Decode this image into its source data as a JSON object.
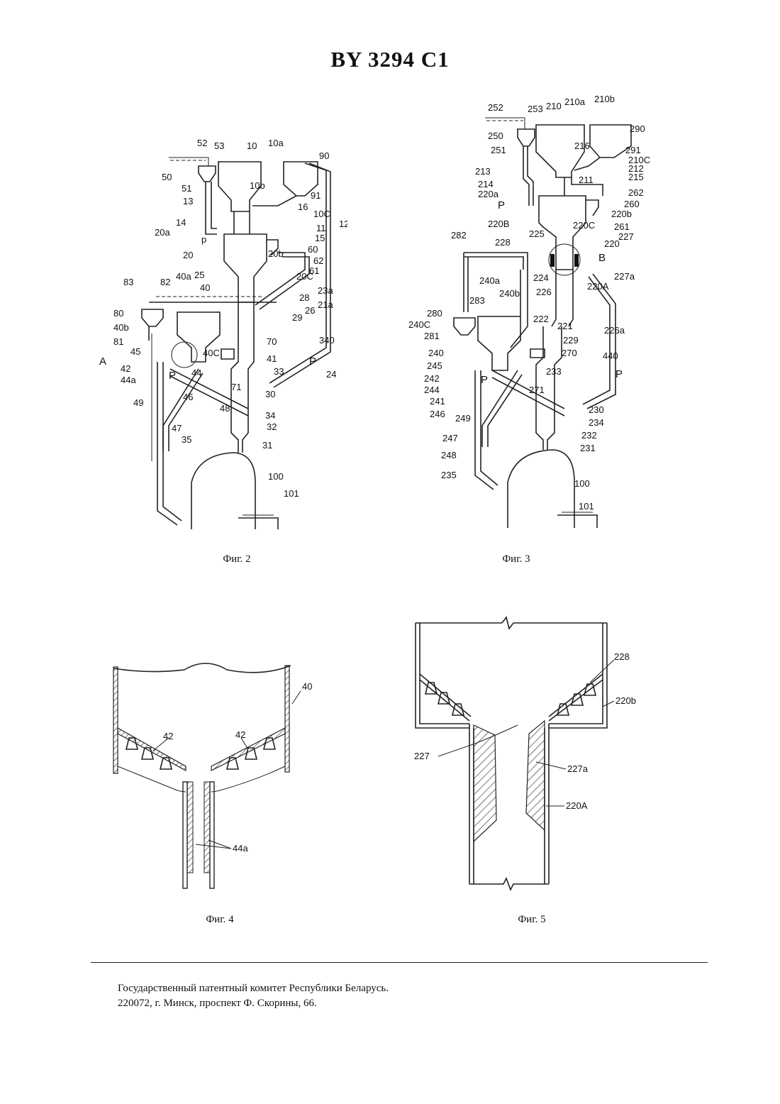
{
  "header": {
    "doc_id": "BY  3294  C1"
  },
  "figures": {
    "fig2": {
      "caption": "Фиг. 2",
      "labels": [
        "52",
        "53",
        "10",
        "10a",
        "90",
        "50",
        "51",
        "10b",
        "13",
        "91",
        "16",
        "10C",
        "12",
        "14",
        "11",
        "20a",
        "p",
        "15",
        "60",
        "20",
        "62",
        "20b",
        "25",
        "20C",
        "61",
        "83",
        "82",
        "40a",
        "40",
        "23a",
        "28",
        "21a",
        "80",
        "26",
        "29",
        "340",
        "40b",
        "81",
        "70",
        "45",
        "40C",
        "A",
        "41",
        "P",
        "24",
        "42",
        "44",
        "33",
        "44a",
        "71",
        "P",
        "30",
        "49",
        "46",
        "48",
        "34",
        "32",
        "47",
        "35",
        "31",
        "100",
        "101"
      ]
    },
    "fig3": {
      "caption": "Фиг. 3",
      "labels": [
        "252",
        "253",
        "210",
        "210a",
        "210b",
        "290",
        "250",
        "216",
        "291",
        "251",
        "210C",
        "213",
        "212",
        "214",
        "211",
        "215",
        "220a",
        "262",
        "P",
        "260",
        "220b",
        "220B",
        "225",
        "220C",
        "261",
        "282",
        "228",
        "227",
        "220",
        "B",
        "224",
        "227a",
        "240a",
        "226",
        "220A",
        "240b",
        "283",
        "222",
        "280",
        "240C",
        "221",
        "226a",
        "281",
        "229",
        "270",
        "440",
        "240",
        "245",
        "233",
        "242",
        "244",
        "P",
        "P",
        "241",
        "271",
        "246",
        "249",
        "230",
        "247",
        "234",
        "232",
        "248",
        "231",
        "235",
        "100",
        "101"
      ]
    },
    "fig4": {
      "caption": "Фиг. 4",
      "labels": [
        "40",
        "42",
        "42",
        "44a"
      ]
    },
    "fig5": {
      "caption": "Фиг. 5",
      "labels": [
        "228",
        "220b",
        "227",
        "227a",
        "220A"
      ]
    }
  },
  "footer": {
    "line1": "Государственный патентный комитет Республики Беларусь.",
    "line2": "220072, г. Минск, проспект Ф. Скорины, 66."
  }
}
